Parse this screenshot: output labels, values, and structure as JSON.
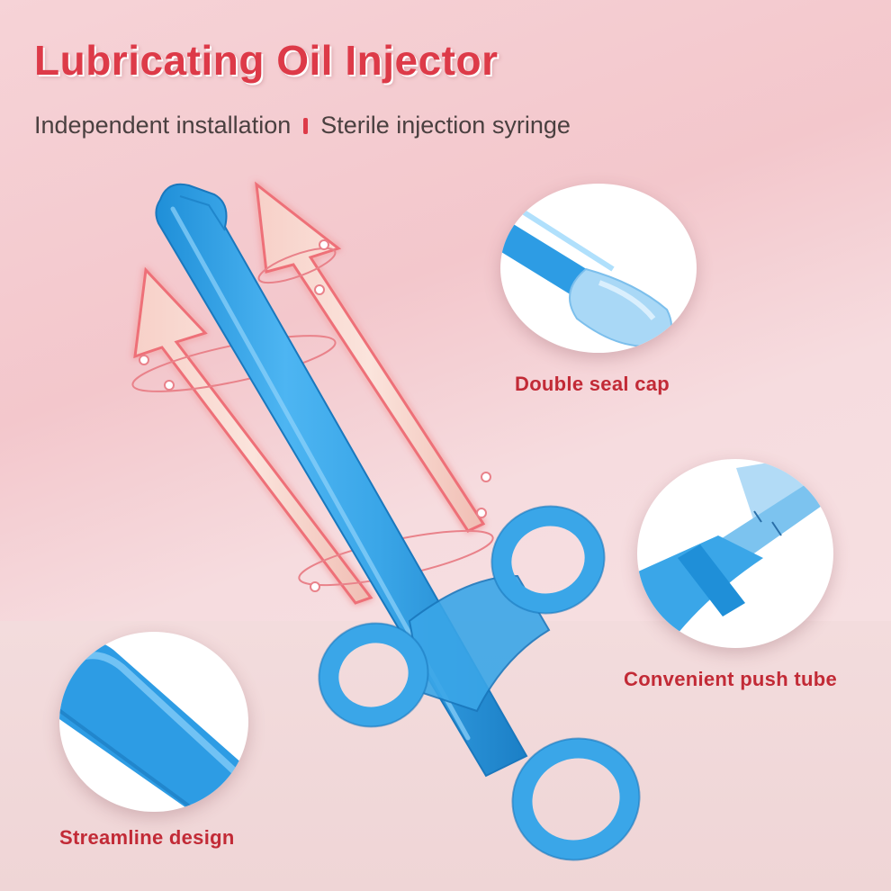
{
  "header": {
    "title": "Lubricating Oil Injector",
    "subtitle_left": "Independent installation",
    "subtitle_right": "Sterile injection syringe"
  },
  "callouts": {
    "cap_label": "Double seal cap",
    "push_label": "Convenient push tube",
    "stream_label": "Streamline design"
  },
  "colors": {
    "accent": "#dd3a48",
    "syringe_blue": "#3aa6e8",
    "background_pink": "#f3c7cc"
  }
}
